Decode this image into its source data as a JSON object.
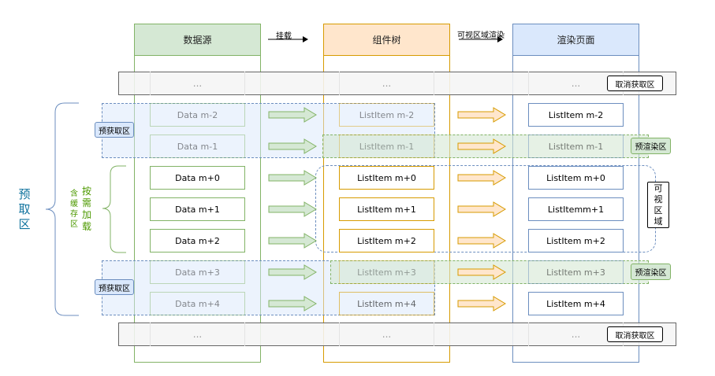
{
  "columns": {
    "data_source": "数据源",
    "component_tree": "组件树",
    "render_page": "渲染页面"
  },
  "edges": {
    "mount": "挂载",
    "visible_render": "可视区域渲染"
  },
  "ellipsis": "...",
  "cancel_label": "取消获取区",
  "prefetch_label": "预获取区",
  "prerender_label": "预渲染区",
  "prefetch_zone_label": "预\n取\n区",
  "lazy_load_label": "按\n需\n加\n载",
  "cache_zone_label": "含\n缓\n存\n区",
  "visible_zone_label": "可\n视\n区\n域",
  "rows": [
    {
      "data": "Data m-2",
      "item": "ListItem m-2",
      "page": "ListItem m-2"
    },
    {
      "data": "Data m-1",
      "item": "ListItem m-1",
      "page": "ListItem m-1"
    },
    {
      "data": "Data m+0",
      "item": "ListItem m+0",
      "page": "ListItem m+0"
    },
    {
      "data": "Data m+1",
      "item": "ListItem m+1",
      "page": "ListItemm+1"
    },
    {
      "data": "Data m+2",
      "item": "ListItem m+2",
      "page": "ListItem m+2"
    },
    {
      "data": "Data m+3",
      "item": "ListItem m+3",
      "page": "ListItem m+3"
    },
    {
      "data": "Data m+4",
      "item": "ListItem m+4",
      "page": "ListItem m+4"
    }
  ],
  "colors": {
    "green": "#82b366",
    "green_fill": "#d5e8d4",
    "orange": "#d6b656",
    "orange_fill": "#ffe6cc",
    "blue": "#6c8ebf",
    "blue_fill": "#dae8fc",
    "prefetch_zone": "#10739e"
  }
}
